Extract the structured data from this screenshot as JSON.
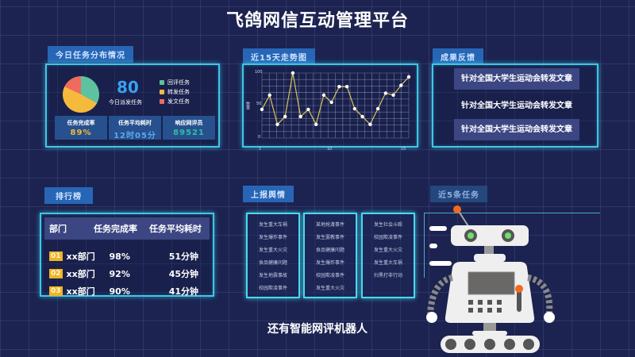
{
  "header": {
    "title": "飞鸽网信互动管理平台"
  },
  "task_distribution": {
    "label": "今日任务分布情况",
    "total": "80",
    "total_label": "今日派发任务",
    "legend": [
      {
        "label": "回评任务",
        "color": "#5ec2a0"
      },
      {
        "label": "转发任务",
        "color": "#f5b93c"
      },
      {
        "label": "发文任务",
        "color": "#ef6b5e"
      }
    ],
    "stats": [
      {
        "label": "任务完成率",
        "value": "89%",
        "color": "#f5b93c"
      },
      {
        "label": "任务平均耗时",
        "value": "12时05分",
        "color": "#5aa8f0"
      },
      {
        "label": "响应网评员",
        "value": "89521",
        "color": "#2fc0a0"
      }
    ]
  },
  "trend": {
    "label": "近15天走势图",
    "y_axis_label": "数量",
    "y_ticks": [
      "100",
      "50",
      "0"
    ],
    "x_ticks": [
      "1",
      "10",
      "15"
    ]
  },
  "feedback": {
    "label": "成果反馈",
    "items": [
      "针对全国大学生运动会转发文章",
      "针对全国大学生运动会转发文章",
      "针对全国大学生运动会转发文章"
    ]
  },
  "ranking": {
    "label": "排行榜",
    "headers": [
      "部门",
      "任务完成率",
      "任务平均耗时"
    ],
    "rows": [
      {
        "rank": "01",
        "dept": "xx部门",
        "rate": "98%",
        "time": "51分钟"
      },
      {
        "rank": "02",
        "dept": "xx部门",
        "rate": "92%",
        "time": "45分钟"
      },
      {
        "rank": "03",
        "dept": "xx部门",
        "rate": "90%",
        "time": "41分钟"
      }
    ]
  },
  "public_opinion": {
    "label": "上报舆情",
    "columns": [
      [
        "发生重大车祸",
        "发生爆炸事件",
        "发生重大火灾",
        "食品健康问题",
        "发生地震事故",
        "校园欺凌事件"
      ],
      [
        "某地抢渡事件",
        "发生罢教事件",
        "食品健康问题",
        "发生爆炸事件",
        "校园欺凌事件",
        "发生重大火灾"
      ],
      [
        "发生社会斗殴",
        "校园欺凌事件",
        "发生重大火灾",
        "发生重大车祸",
        "扫黑打非行动"
      ]
    ]
  },
  "recent_tasks": {
    "label": "近5条任务"
  },
  "subtitle": "还有智能网评机器人",
  "chart_data": {
    "type": "line",
    "title": "近15天走势图",
    "xlabel": "",
    "ylabel": "数量",
    "x_ticks": [
      "1",
      "10",
      "15"
    ],
    "y_ticks": [
      0,
      50,
      100
    ],
    "ylim": [
      0,
      100
    ],
    "grid": true,
    "values": [
      44,
      66,
      21,
      33,
      100,
      33,
      44,
      21,
      66,
      55,
      79,
      79,
      45,
      33,
      21,
      45,
      69,
      66,
      81,
      94
    ],
    "line_color": "#d8c45a",
    "marker_color": "#ffffff"
  }
}
